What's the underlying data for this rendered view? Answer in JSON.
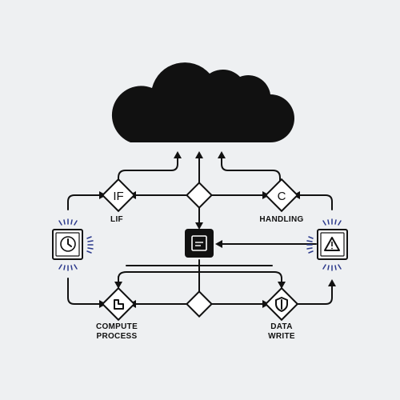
{
  "diagram": {
    "nodes": {
      "lif": {
        "glyph": "IF",
        "label": "LIF"
      },
      "handling": {
        "glyph": "C",
        "label": "HANDLING"
      },
      "compute": {
        "label_line1": "COMPUTE",
        "label_line2": "PROCESS"
      },
      "data_write": {
        "label_line1": "DATA",
        "label_line2": "WRITE"
      }
    },
    "icons": {
      "cloud": "cloud-icon",
      "clock": "clock-icon",
      "warning": "warning-icon",
      "document": "document-icon",
      "shield": "shield-icon",
      "folder": "folder-icon"
    },
    "colors": {
      "background": "#eef0f2",
      "stroke": "#111111",
      "accent_blue": "#2c3a8c"
    }
  }
}
